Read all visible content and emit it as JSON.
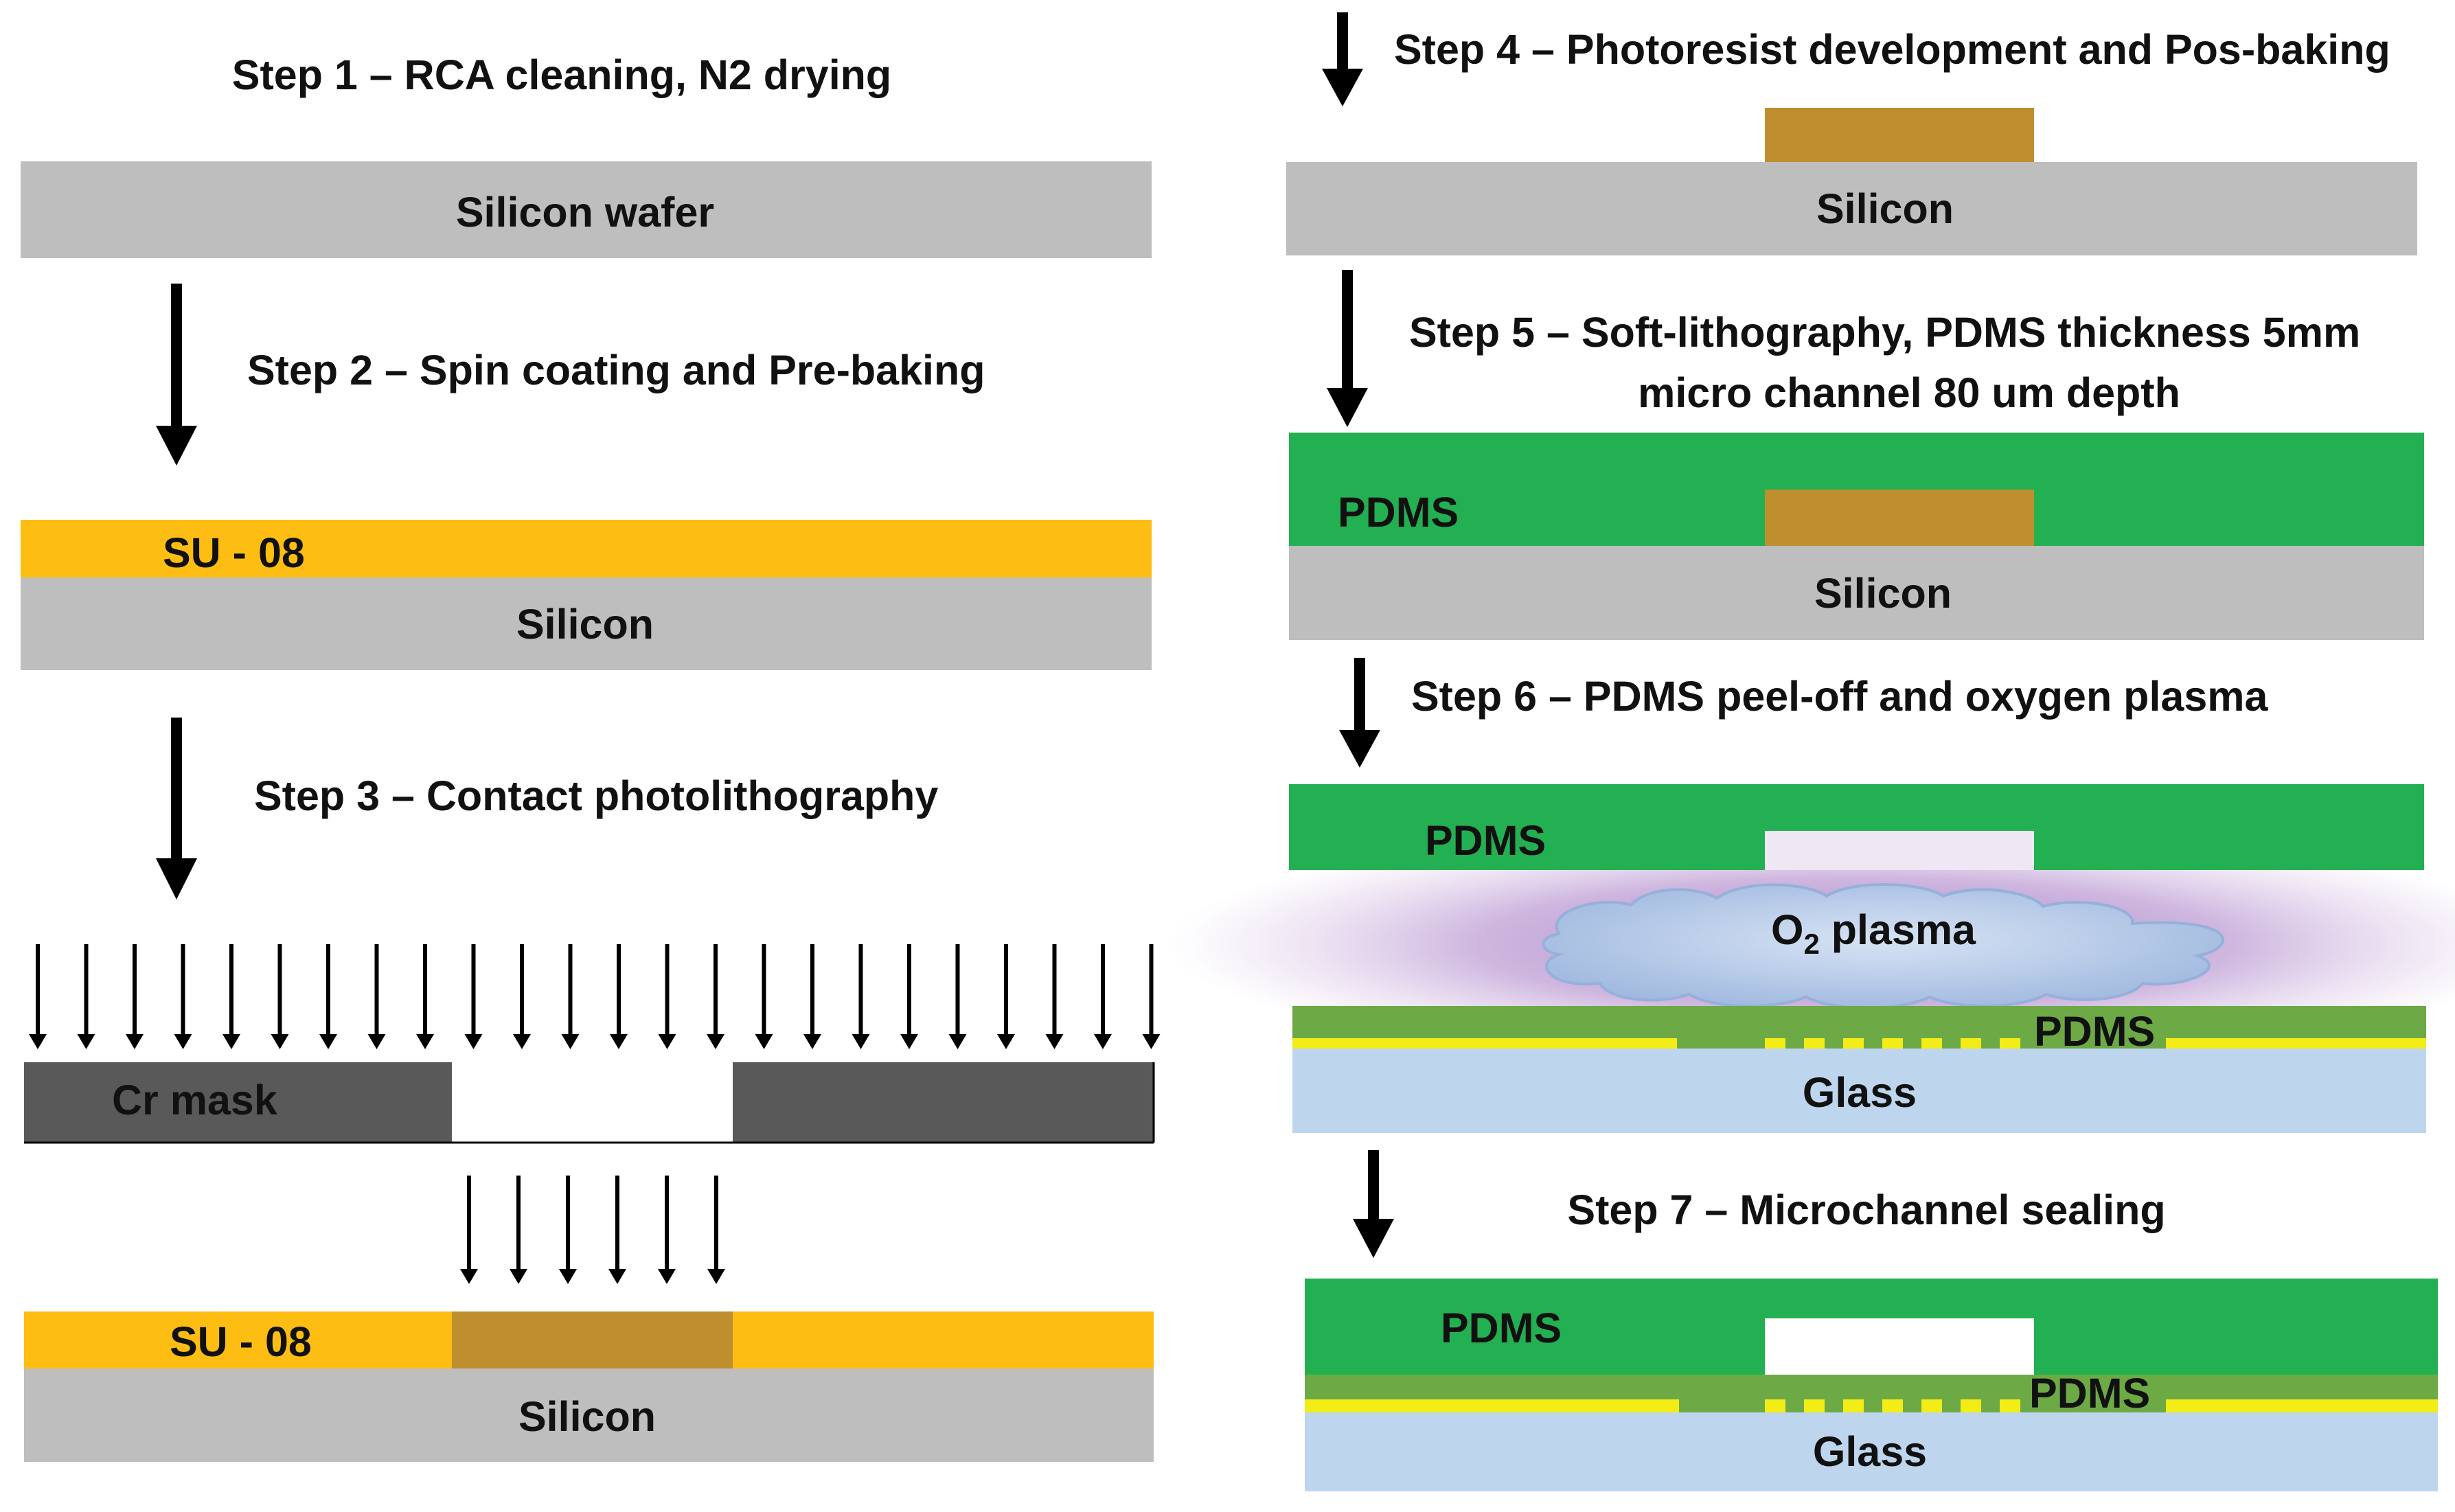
{
  "steps": {
    "s1": "Step 1 – RCA cleaning, N2 drying",
    "s2": "Step 2 – Spin coating and Pre-baking",
    "s3": "Step 3 – Contact photolithography",
    "s4": "Step 4 – Photoresist development and Pos-baking",
    "s5_line1": "Step 5 – Soft-lithography,  PDMS thickness 5mm",
    "s5_line2": "micro channel 80 um depth",
    "s6": "Step 6 – PDMS peel-off and oxygen plasma",
    "s7": "Step 7 – Microchannel sealing"
  },
  "labels": {
    "silicon_wafer": "Silicon wafer",
    "silicon": "Silicon",
    "su08": "SU - 08",
    "cr_mask": "Cr mask",
    "pdms": "PDMS",
    "glass": "Glass",
    "o2_prefix": "O",
    "o2_sub": "2",
    "o2_suffix": " plasma"
  },
  "colors": {
    "silicon": "#bfbebf",
    "su08": "#fdbd12",
    "exposed_resist": "#bf8e2f",
    "cr_mask": "#595959",
    "pdms": "#23b052",
    "pdms_layer": "#6daa45",
    "adhesion_line": "#f3ec17",
    "glass": "#bdd6ee",
    "plasma_glow": "#a77cc5",
    "plasma_cloud": "#b7cbe8",
    "arrow": "#000000"
  }
}
